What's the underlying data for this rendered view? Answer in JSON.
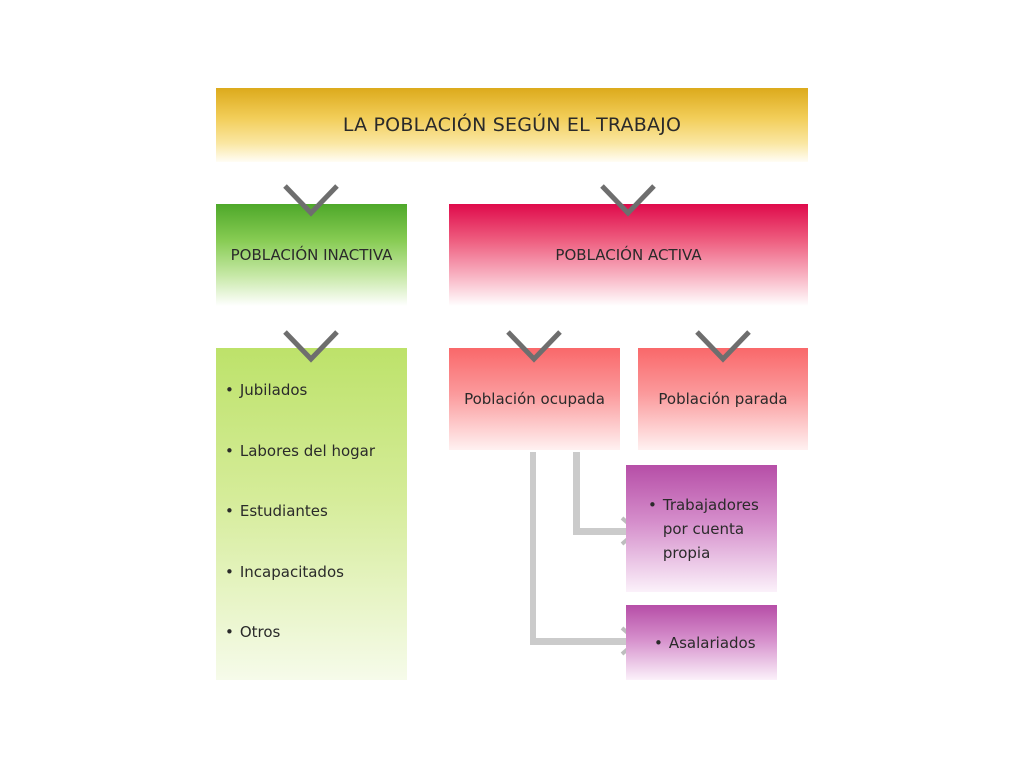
{
  "title": "LA POBLACIÓN SEGÚN EL TRABAJO",
  "inactive": {
    "heading": "POBLACIÓN INACTIVA",
    "items": [
      "Jubilados",
      "Labores del hogar",
      "Estudiantes",
      "Incapacitados",
      "Otros"
    ]
  },
  "active": {
    "heading": "POBLACIÓN ACTIVA",
    "occupied": {
      "label": "Población ocupada",
      "subtypes": [
        "Trabajadores por cuenta propia",
        "Asalariados"
      ]
    },
    "unemployed": {
      "label": "Población parada"
    }
  },
  "colors": {
    "title_bar": "#dcaa1c",
    "inactive": "#4ea82a",
    "inactive_list": "#bde26a",
    "active": "#df0a4b",
    "sub_boxes": "#f9686a",
    "occupied_subtypes": "#b64ea7",
    "connectors": "#c8c8c8",
    "chevrons": "#6e6e6e"
  }
}
